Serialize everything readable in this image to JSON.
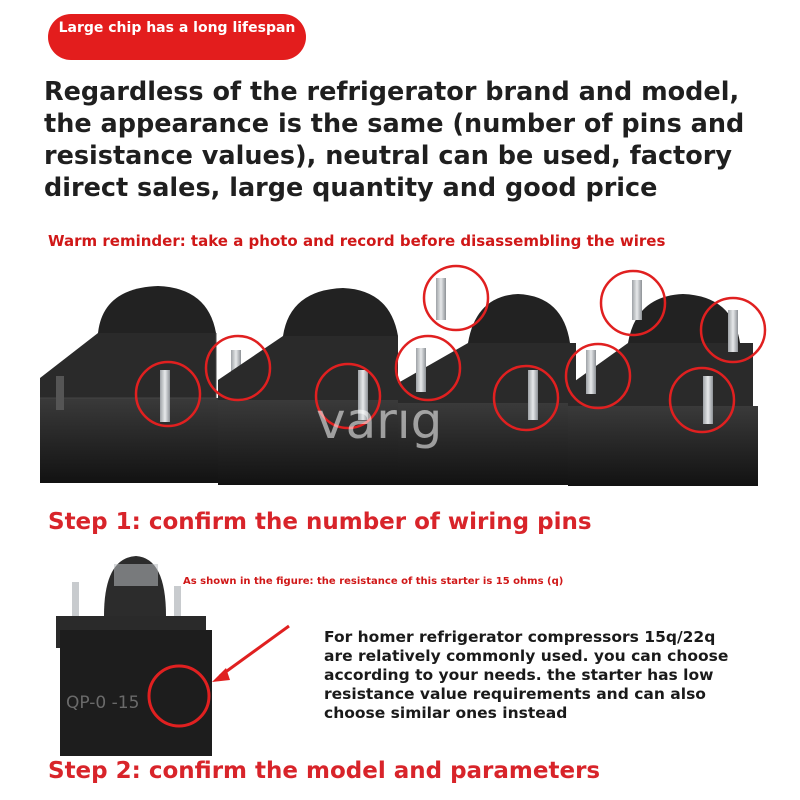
{
  "badge": {
    "text": "Large chip has a long lifespan"
  },
  "headline": "Regardless of the refrigerator brand and model, the appearance is the same (number of pins and resistance values), neutral can be used, factory direct sales, large quantity and good price",
  "reminder": "Warm reminder: take a photo and record before disassembling the wires",
  "step1": "Step 1: confirm the number of wiring pins",
  "caption": "As shown in the figure: the resistance of this starter is 15 ohms (q)",
  "part_marking": "QP-0 -15",
  "description": "For homer refrigerator compressors 15q/22q are relatively commonly used. you can choose according to your needs. the starter has low resistance value requirements and can also choose similar ones instead",
  "step2": "Step 2: confirm the model and parameters",
  "watermark": "varıg",
  "colors": {
    "badge": "#e31d1d",
    "accent_red": "#d8242a",
    "text_dark": "#1f1f1f",
    "body_plastic": "#1b1b1b"
  }
}
